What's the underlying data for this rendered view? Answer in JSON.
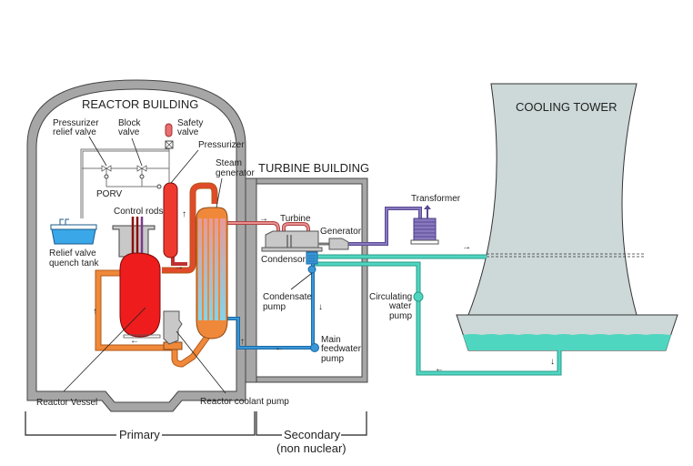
{
  "diagram": {
    "title": "Pressurized Water Reactor Schematic",
    "buildings": {
      "reactor": "REACTOR BUILDING",
      "turbine": "TURBINE BUILDING",
      "cooling": "COOLING TOWER"
    },
    "labels": {
      "pressurizer_relief_valve_1": "Pressurizer",
      "pressurizer_relief_valve_2": "relief valve",
      "block_valve_1": "Block",
      "block_valve_2": "valve",
      "safety_valve_1": "Safety",
      "safety_valve_2": "valve",
      "pressurizer": "Pressurizer",
      "steam_generator_1": "Steam",
      "steam_generator_2": "generator",
      "porv": "PORV",
      "control_rods": "Control rods",
      "quench_tank_1": "Relief valve",
      "quench_tank_2": "quench tank",
      "reactor_vessel": "Reactor Vessel",
      "reactor_coolant_pump": "Reactor coolant pump",
      "turbine": "Turbine",
      "generator": "Generator",
      "condensor": "Condensor",
      "condensate_pump_1": "Condensate",
      "condensate_pump_2": "pump",
      "main_feedwater_pump_1": "Main",
      "main_feedwater_pump_2": "feedwater",
      "main_feedwater_pump_3": "pump",
      "transformer": "Transformer",
      "circulating_pump_1": "Circulating",
      "circulating_pump_2": "water",
      "circulating_pump_3": "pump"
    },
    "sections": {
      "primary": "Primary",
      "secondary_1": "Secondary",
      "secondary_2": "(non nuclear)"
    },
    "colors": {
      "wall": "#a6a6a6",
      "reactor": "#ee1c1c",
      "pressurizer": "#ee3a2e",
      "primary_loop": "#f0883a",
      "steam": "#e07575",
      "feedwater": "#3a96d6",
      "cooling_water": "#4fd6c0",
      "tower": "#cdd8d8",
      "transformer": "#8878c0"
    }
  }
}
